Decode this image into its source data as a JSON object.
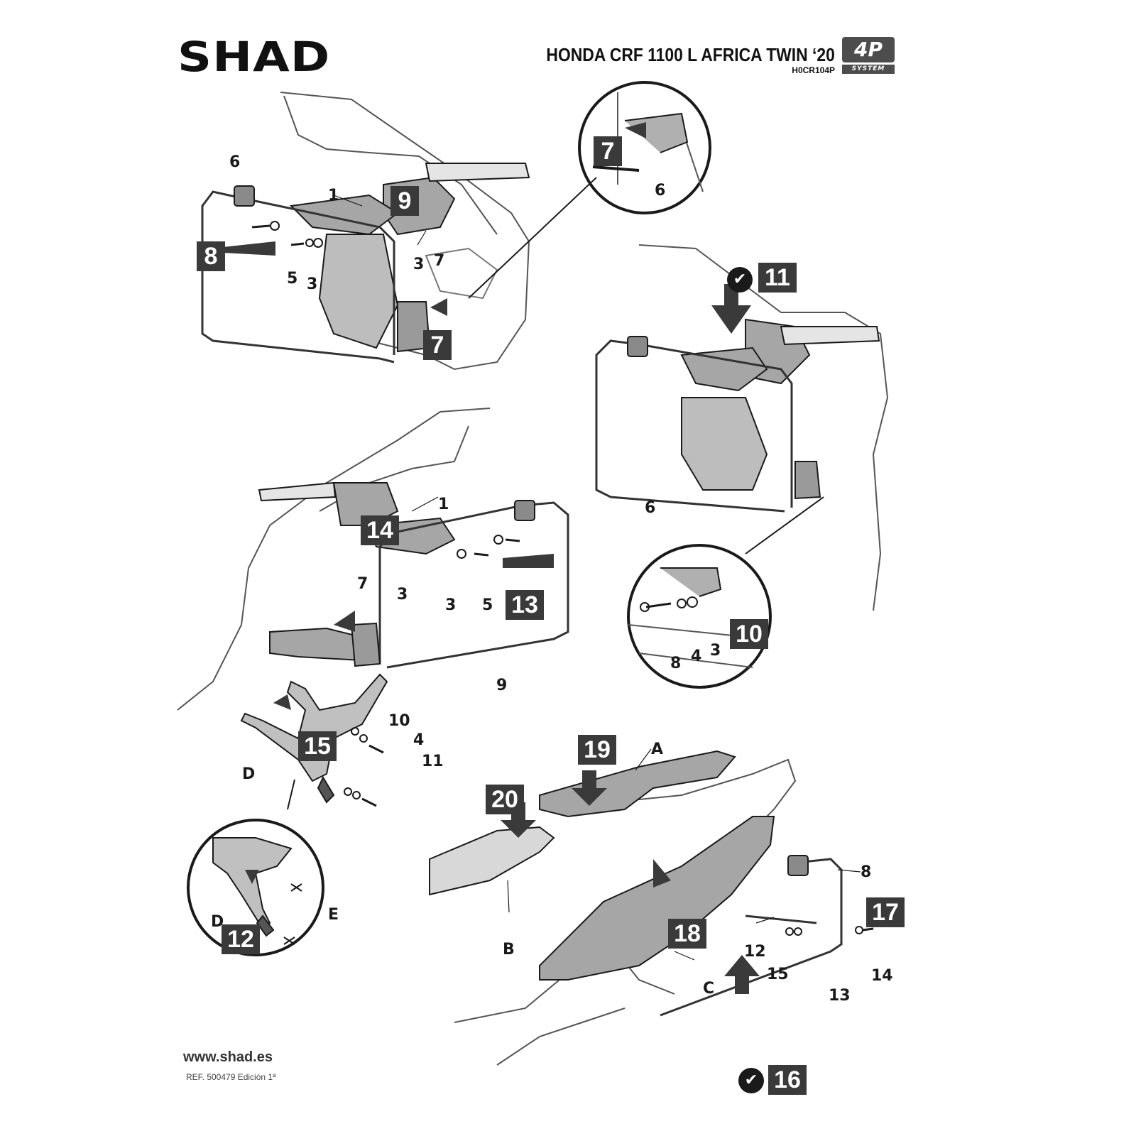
{
  "header": {
    "logo_text": "SHAD",
    "model_title": "HONDA CRF 1100 L AFRICA TWIN ‘20",
    "model_code": "H0CR104P",
    "system_badge_top": "4P",
    "system_badge_bottom": "SYSTEM"
  },
  "footer": {
    "website": "www.shad.es",
    "reference": "REF. 500479 Edición 1ª"
  },
  "steps": {
    "s7a": "7",
    "s7b": "7",
    "s8": "8",
    "s9": "9",
    "s10": "10",
    "s11": "11",
    "s12": "12",
    "s13": "13",
    "s14": "14",
    "s15": "15",
    "s16": "16",
    "s17": "17",
    "s18": "18",
    "s19": "19",
    "s20": "20"
  },
  "parts": {
    "p6a": "6",
    "p1a": "1",
    "p5a": "5",
    "p3a": "3",
    "p3b": "3",
    "p7a": "7",
    "p6b": "6",
    "p6c": "6",
    "p8a": "8",
    "p4a": "4",
    "p3c": "3",
    "p1b": "1",
    "p7b": "7",
    "p3d": "3",
    "p3e": "3",
    "p5b": "5",
    "p9a": "9",
    "p10a": "10",
    "p4b": "4",
    "p11a": "11",
    "pDa": "D",
    "pDb": "D",
    "pEa": "E",
    "pAa": "A",
    "pBa": "B",
    "pCa": "C",
    "p8b": "8",
    "p12a": "12",
    "p15a": "15",
    "p13a": "13",
    "p14a": "14"
  },
  "icons": {
    "check_mark": "✔"
  },
  "colors": {
    "step_box": "#3a3a3a",
    "part_gray": "#a6a6a6",
    "line": "#1a1a1a"
  }
}
